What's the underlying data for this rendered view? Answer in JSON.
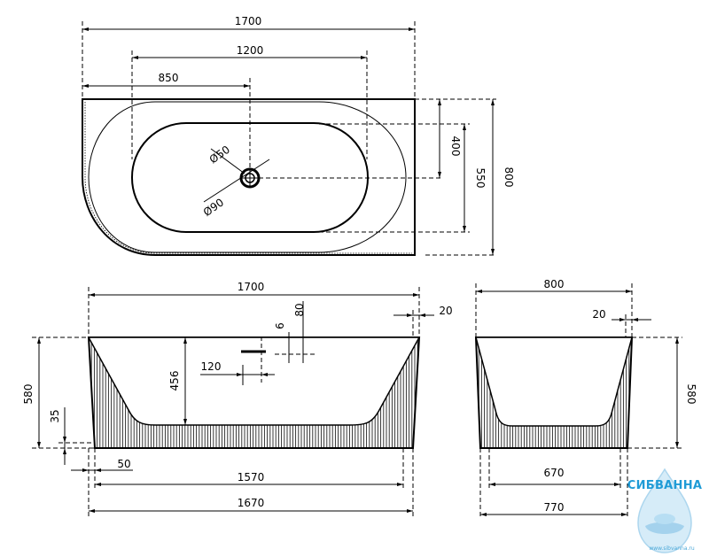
{
  "top_view": {
    "overall_length": "1700",
    "dim_1200": "1200",
    "dim_850": "850",
    "dia_drain": "Ø50",
    "dia_outlet": "Ø90",
    "dim_400": "400",
    "dim_550": "550",
    "width": "800"
  },
  "front_view": {
    "overall_length": "1700",
    "wall": "20",
    "dim_6": "6",
    "dim_80": "80",
    "dim_120": "120",
    "depth": "456",
    "height": "580",
    "foot_35": "35",
    "dim_50": "50",
    "base_1570": "1570",
    "base_1670": "1670"
  },
  "side_view": {
    "width": "800",
    "wall": "20",
    "height": "580",
    "base_670": "670",
    "base_770": "770"
  },
  "logo": {
    "brand": "СИБВАННА",
    "url": "www.sibvanna.ru"
  }
}
